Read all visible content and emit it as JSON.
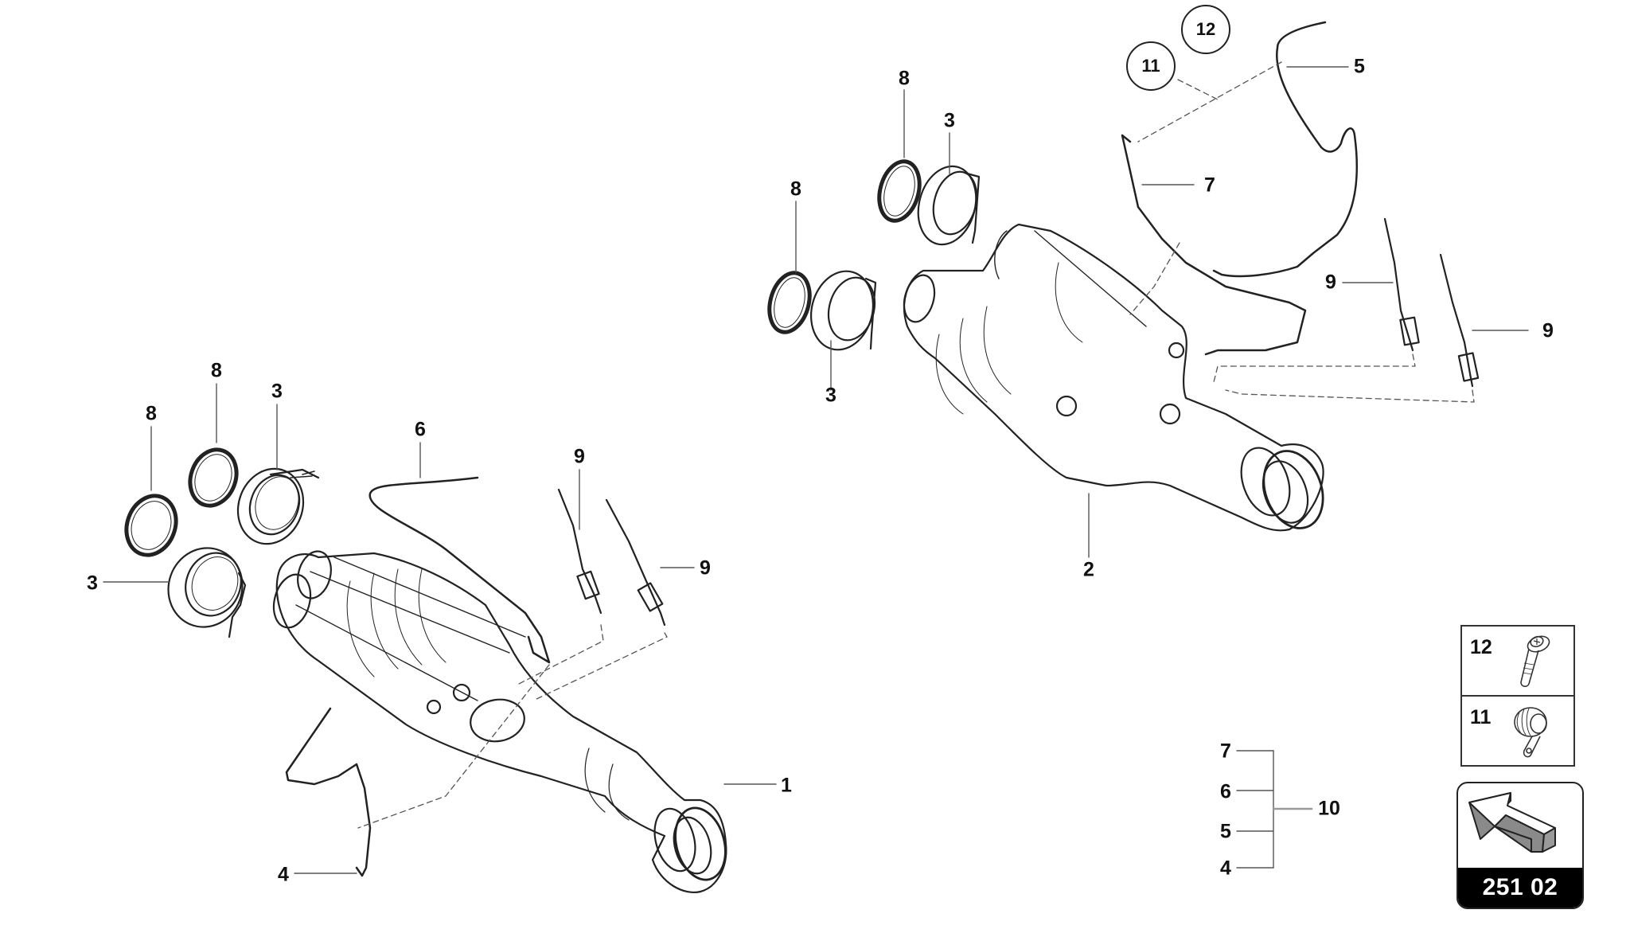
{
  "diagram": {
    "page_code": "251 02",
    "colors": {
      "line": "#222222",
      "leader": "#555555",
      "background": "#ffffff",
      "badge_bg": "#000000",
      "badge_text": "#ffffff",
      "arrow_shade": "#8a8a8a"
    },
    "callouts": {
      "left_assembly": {
        "part_1": "1",
        "ring_8_a": "8",
        "ring_8_b": "8",
        "clamp_3_upper": "3",
        "clamp_3_lower": "3",
        "pipe_6": "6",
        "sensor_9_a": "9",
        "sensor_9_b": "9",
        "pipe_4": "4"
      },
      "right_assembly": {
        "part_2": "2",
        "ring_8_upper": "8",
        "ring_8_lower": "8",
        "clamp_3_upper": "3",
        "clamp_3_lower": "3",
        "pipe_5": "5",
        "pipe_7": "7",
        "sensor_9_a": "9",
        "sensor_9_b": "9"
      },
      "circled_refs": {
        "ref_12": "12",
        "ref_11": "11"
      }
    },
    "kit_group": {
      "members": [
        "7",
        "6",
        "5",
        "4"
      ],
      "kit_number": "10"
    },
    "reference_box": [
      {
        "number": "12",
        "icon": "screw-icon"
      },
      {
        "number": "11",
        "icon": "pipe-clip-icon"
      }
    ],
    "navigation": {
      "icon": "arrow-up-left-icon",
      "label": "251 02"
    }
  }
}
